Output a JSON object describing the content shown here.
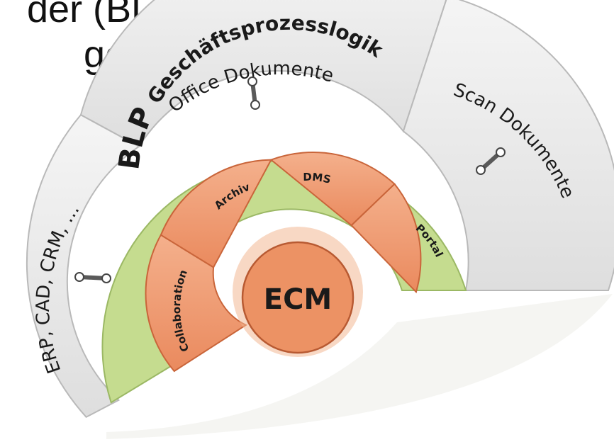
{
  "heading": {
    "line1": "der (BLP)",
    "line2": "ge"
  },
  "diagram": {
    "outer_ring": {
      "left": "ERP, CAD, CRM, ...",
      "top": "Office Dokumente",
      "right": "Scan Dokumente",
      "color": "#e8e8e8"
    },
    "green_ring": {
      "prefix": "BLP",
      "title": "Geschäftsprozesslogik",
      "color": "#c5dc8f"
    },
    "modules": {
      "collaboration": "Collaboration",
      "archiv": "Archiv",
      "dms": "DMS",
      "portal": "Portal",
      "color": "#ef9a70"
    },
    "center": {
      "label": "ECM",
      "color": "#ec9264"
    }
  }
}
